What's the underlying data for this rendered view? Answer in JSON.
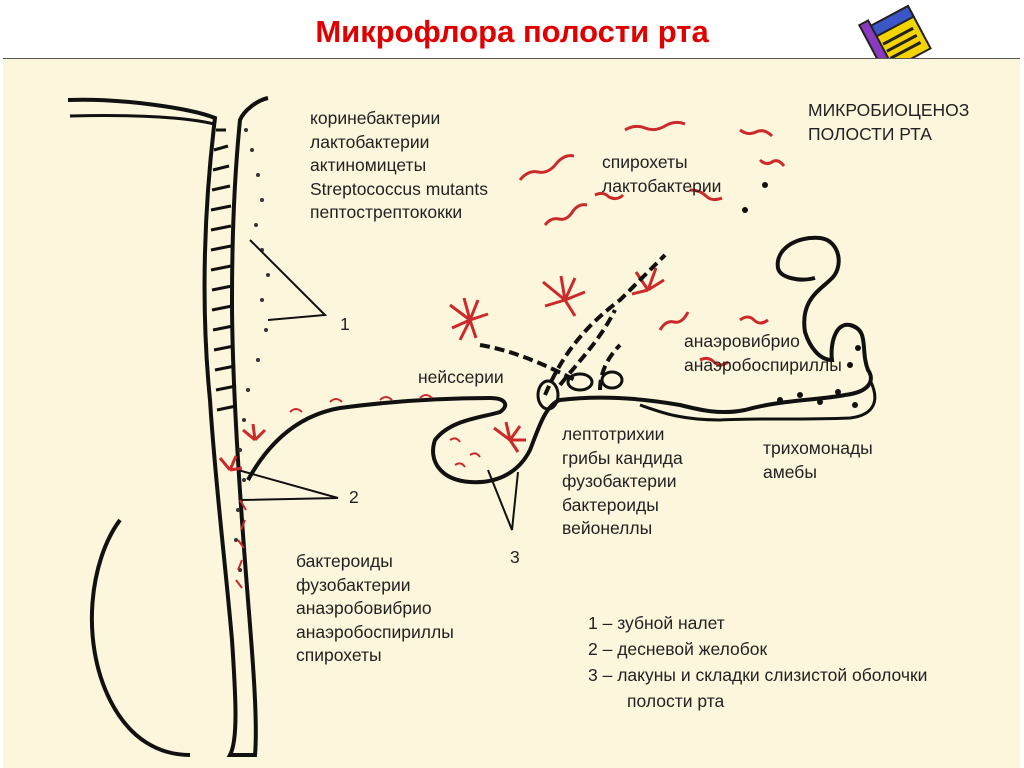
{
  "title": "Микрофлора полости рта",
  "icon": "notebook-pencil-icon",
  "labels": {
    "heading_line1": "МИКРОБИОЦЕНОЗ",
    "heading_line2": "ПОЛОСТИ РТА",
    "plaque_bacteria": [
      "коринебактерии",
      "лактобактерии",
      "актиномицеты",
      "Streptococcus mutants",
      "пептострептококки"
    ],
    "saliva_bacteria": [
      "спирохеты",
      "лактобактерии"
    ],
    "neisseria": "нейссерии",
    "anaerobes_tongue": [
      "анаэровибрио",
      "анаэробоспириллы"
    ],
    "fold_bacteria": [
      "лептотрихии",
      "грибы кандида",
      "фузобактерии",
      "бактероиды",
      "вейонеллы"
    ],
    "protozoa": [
      "трихомонады",
      "амебы"
    ],
    "gingival_bacteria": [
      "бактероиды",
      "фузобактерии",
      "анаэробовибрио",
      "анаэробоспириллы",
      "спирохеты"
    ],
    "pointer_1": "1",
    "pointer_2": "2",
    "pointer_3": "3"
  },
  "legend": [
    "1 – зубной налет",
    "2 – десневой желобок",
    "3 – лакуны и складки слизистой оболочки",
    "полости рта"
  ],
  "colors": {
    "title": "#e00000",
    "background": "#fcf6dd",
    "outline": "#111111",
    "microbe": "#cc2a2a"
  }
}
